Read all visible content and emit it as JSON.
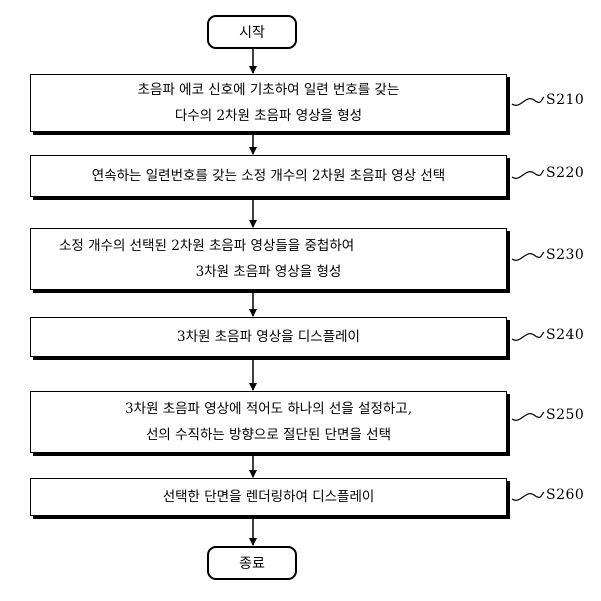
{
  "start": "시작",
  "end": "종료",
  "steps": [
    {
      "id": "S210",
      "lines": [
        "초음파 에코 신호에 기초하여 일련 번호를 갖는",
        "다수의 2차원 초음파 영상을 형성"
      ]
    },
    {
      "id": "S220",
      "lines": [
        "연속하는 일련번호를 갖는 소정 개수의 2차원 초음파 영상 선택"
      ]
    },
    {
      "id": "S230",
      "lines": [
        "소정 개수의 선택된 2차원 초음파 영상들을 중첩하여",
        "3차원 초음파 영상을 형성"
      ]
    },
    {
      "id": "S240",
      "lines": [
        "3차원 초음파 영상을 디스플레이"
      ]
    },
    {
      "id": "S250",
      "lines": [
        "3차원 초음파 영상에 적어도 하나의 선을 설정하고,",
        "선의 수직하는 방향으로 절단된 단면을 선택"
      ]
    },
    {
      "id": "S260",
      "lines": [
        "선택한 단면을 렌더링하여 디스플레이"
      ]
    }
  ]
}
